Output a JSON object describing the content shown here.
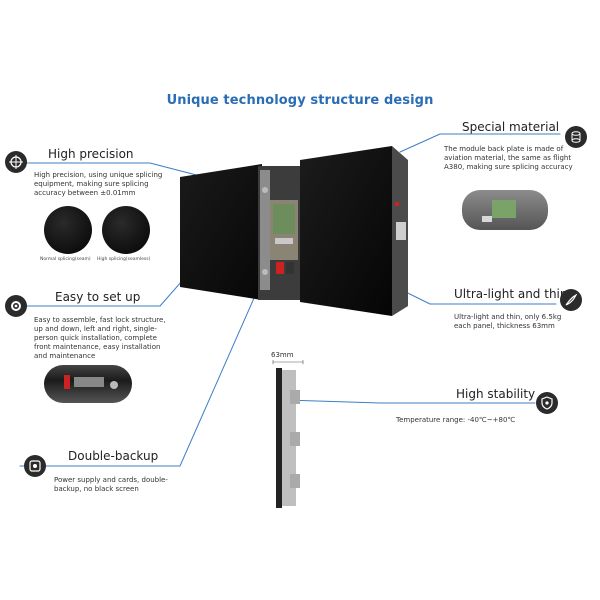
{
  "title": "Unique technology structure design",
  "features": {
    "high_precision": {
      "title": "High precision",
      "desc": "High precision, using unique splicing equipment, making sure splicing accuracy between ±0.01mm",
      "label_normal": "Normal splicing(seam)",
      "label_high": "High splicing(seamless)",
      "icon": "crosshair-icon"
    },
    "easy_setup": {
      "title": "Easy to set up",
      "desc": "Easy to assemble, fast lock structure, up and down, left and right, single-person quick installation, complete front maintenance, easy installation and maintenance",
      "icon": "gear-icon"
    },
    "double_backup": {
      "title": "Double-backup",
      "desc": "Power supply and cards, double-backup, no black screen",
      "icon": "backup-icon"
    },
    "special_material": {
      "title": "Special material",
      "desc": "The module back plate is made of aviation material, the same as flight A380, making sure splicing accuracy",
      "icon": "cylinder-icon"
    },
    "ultra_light": {
      "title": "Ultra-light and thin",
      "desc": "Ultra-light and thin, only 6.5kg each panel, thickness 63mm",
      "icon": "feather-icon"
    },
    "high_stability": {
      "title": "High stability",
      "desc": "Temperature range: -40℃~+80℃",
      "icon": "shield-icon"
    }
  },
  "thickness_label": "63mm",
  "colors": {
    "accent_blue": "#2a6db5",
    "line_blue": "#3d7fc4",
    "icon_dark": "#2b2b2b"
  }
}
